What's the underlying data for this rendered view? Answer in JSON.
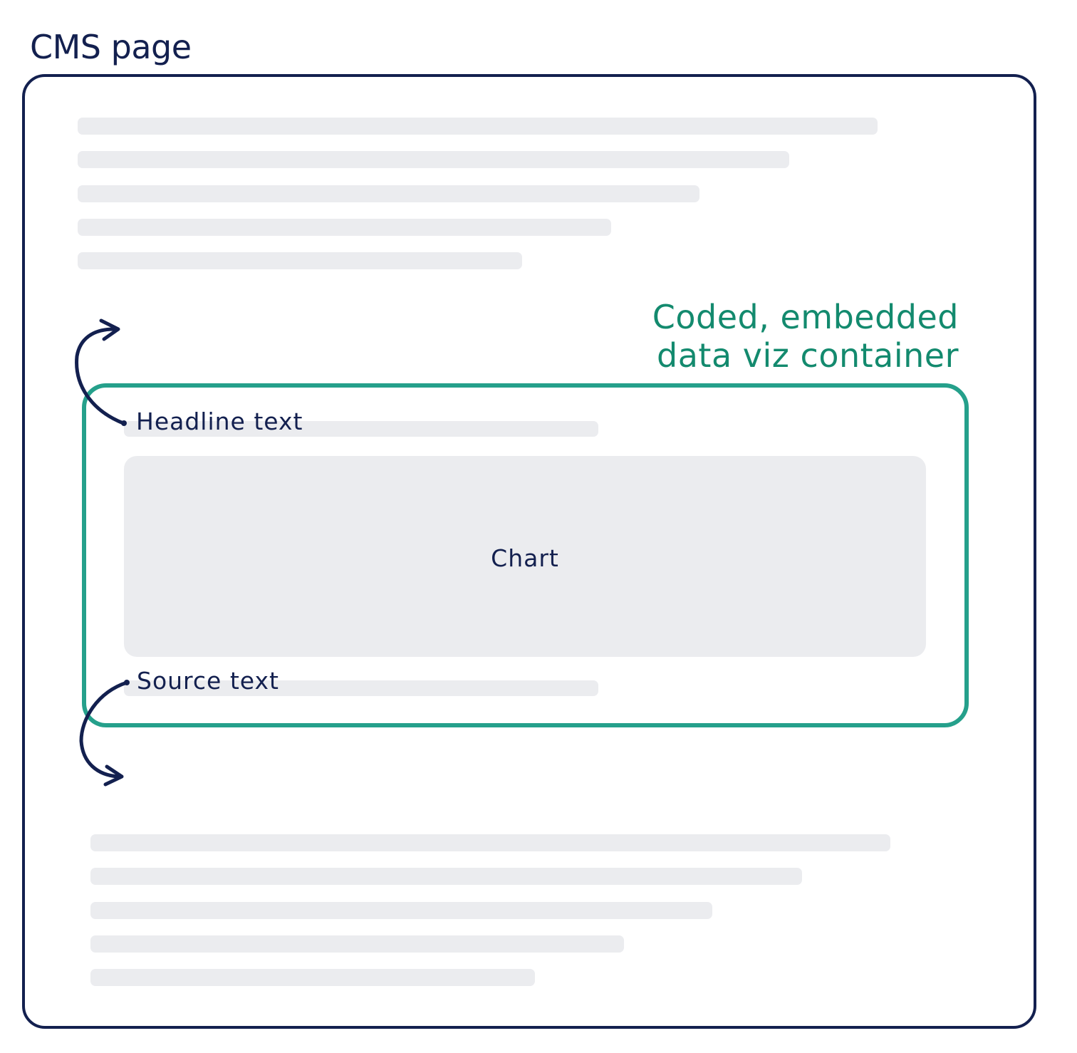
{
  "page_title": "CMS page",
  "container_label": {
    "line1": "Coded, embedded",
    "line2": "data viz container"
  },
  "chart_label": "Chart",
  "headline_label": "Headline text",
  "source_label": "Source text",
  "icons": {
    "headline_arrow": "curved-arrow-up-icon",
    "source_arrow": "curved-arrow-down-icon"
  },
  "colors": {
    "navy": "#13204f",
    "green_text": "#138a6e",
    "green_border": "#25a08b",
    "placeholder": "#ebecef"
  }
}
